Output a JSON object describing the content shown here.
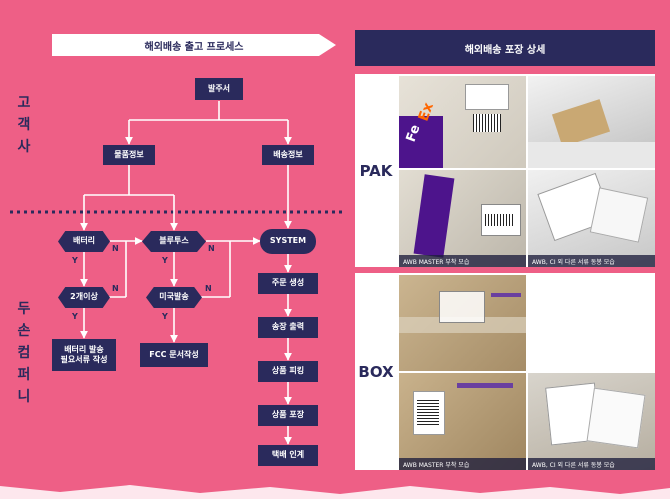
{
  "left_title": "해외배송 출고 프로세스",
  "right_title": "해외배송 포장 상세",
  "side_customer": [
    "고",
    "객",
    "사"
  ],
  "side_company": [
    "두",
    "손",
    "컴",
    "퍼",
    "니"
  ],
  "nodes": {
    "order": "발주서",
    "product_info": "물품정보",
    "shipping_info": "배송정보",
    "battery": "배터리",
    "bluetooth": "블루투스",
    "system": "SYSTEM",
    "over_two": "2개이상",
    "us_shipping": "미국발송",
    "battery_docs": "배터리 발송\n필요서류 작성",
    "fcc_docs": "FCC 문서작성",
    "create_order": "주문 생성",
    "print_invoice": "송장 출력",
    "picking": "상품 피킹",
    "packing": "상품 포장",
    "handover": "택배 인계"
  },
  "yn": {
    "y": "Y",
    "n": "N"
  },
  "packages": {
    "pak": "PAK",
    "box": "BOX",
    "caption_awb": "AWB MASTER 부착 모습",
    "caption_docs": "AWB, CI 외 다른 서류 동봉 모습"
  },
  "colors": {
    "background": "#ee5f86",
    "navy": "#2a2a5c",
    "fedex_purple": "#4d148c",
    "fedex_orange": "#ff6600"
  }
}
